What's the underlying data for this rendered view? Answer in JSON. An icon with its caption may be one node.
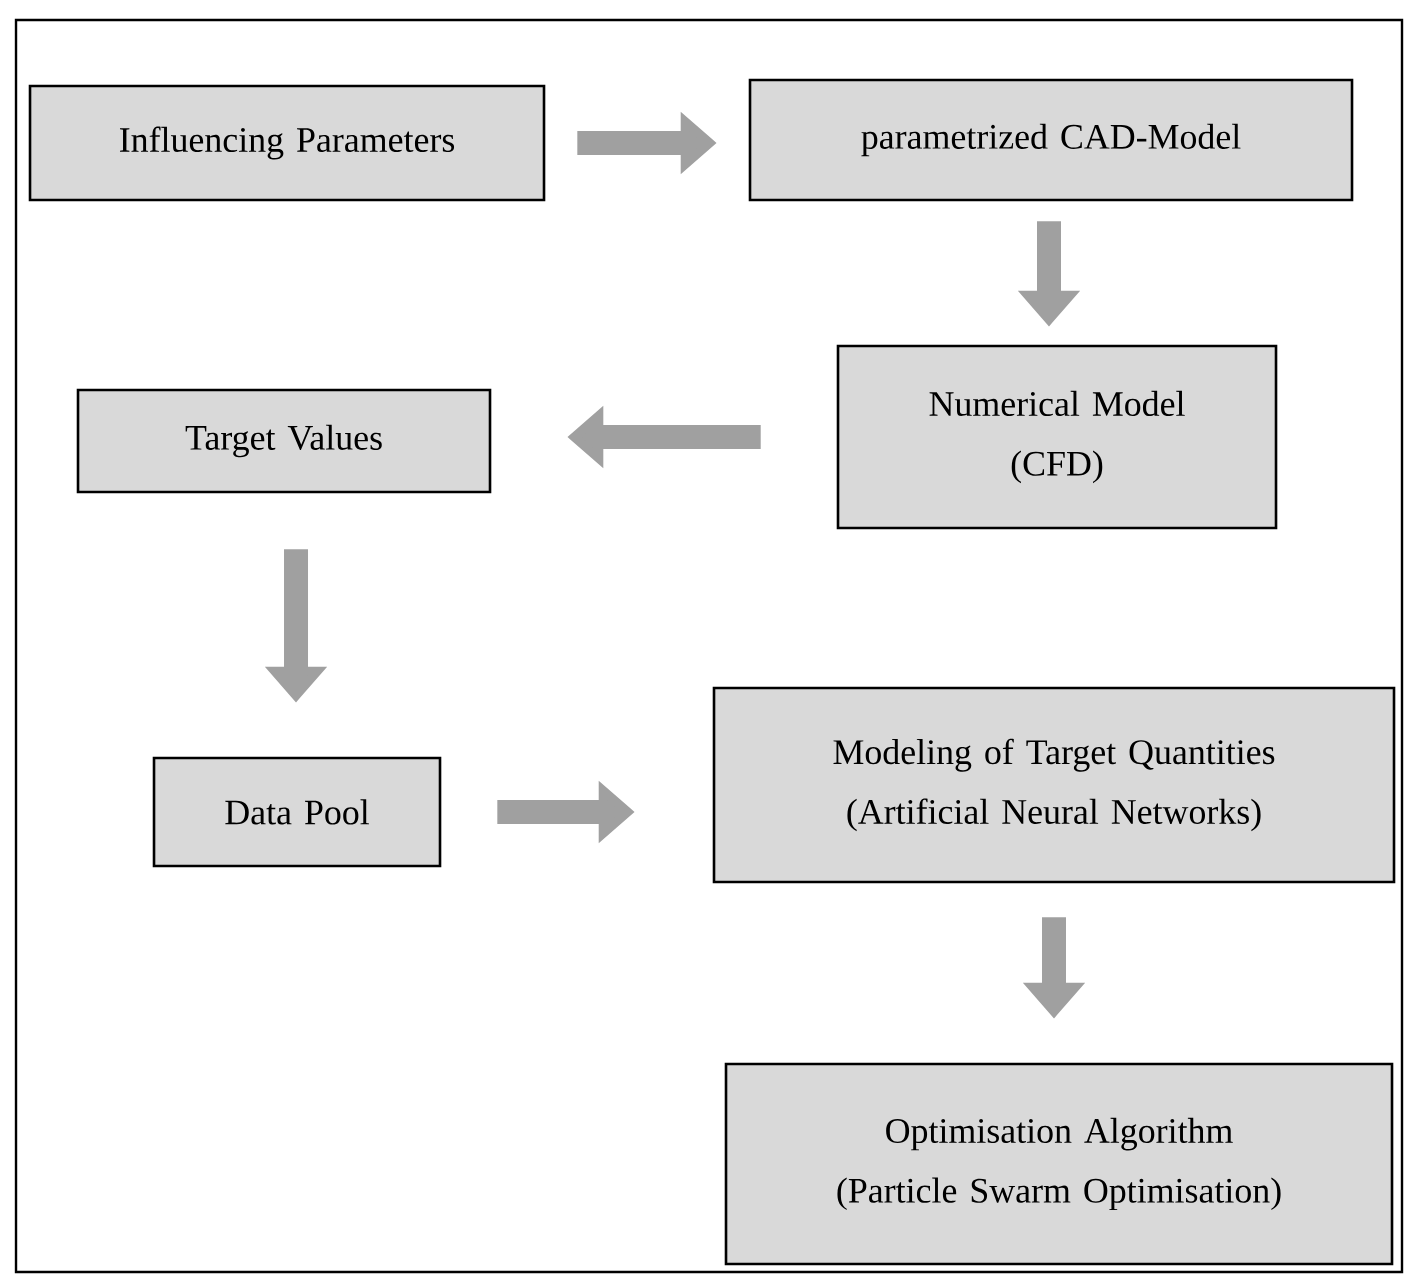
{
  "diagram": {
    "nodes": [
      {
        "text": [
          "Influencing Parameters"
        ]
      },
      {
        "text": [
          "parametrized CAD-Model"
        ]
      },
      {
        "text": [
          "Numerical Model",
          "(CFD)"
        ]
      },
      {
        "text": [
          "Target Values"
        ]
      },
      {
        "text": [
          "Data Pool"
        ]
      },
      {
        "text": [
          "Modeling of Target Quantities",
          "(Artificial Neural Networks)"
        ]
      },
      {
        "text": [
          "Optimisation Algorithm",
          "(Particle Swarm Optimisation)"
        ]
      }
    ],
    "edges": [
      {
        "from": 0,
        "to": 1,
        "arrow": "to"
      },
      {
        "from": 1,
        "to": 2,
        "arrow": "to"
      },
      {
        "from": 2,
        "to": 3,
        "arrow": "to"
      },
      {
        "from": 3,
        "to": 4,
        "arrow": "to"
      },
      {
        "from": 4,
        "to": 5,
        "arrow": "to"
      },
      {
        "from": 5,
        "to": 6,
        "arrow": "to"
      }
    ]
  }
}
